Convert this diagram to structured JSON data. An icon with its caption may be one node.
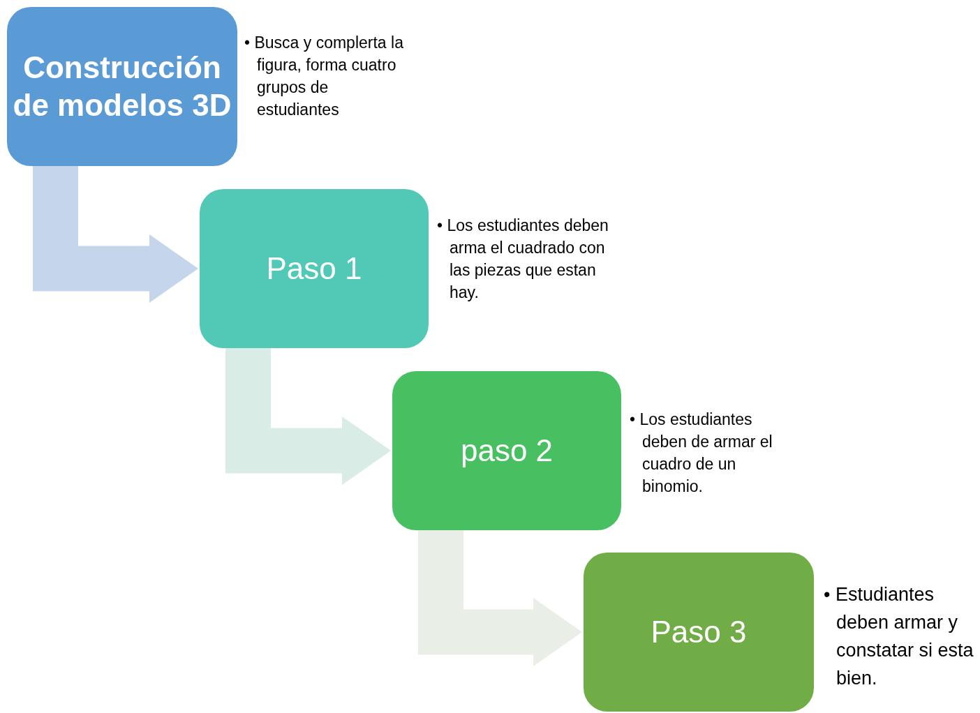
{
  "diagram": {
    "nodes": [
      {
        "text": [
          "Construcción de modelos 3D"
        ],
        "beside": [
          "• Busca y complerta la figura, forma cuatro grupos de estudiantes"
        ]
      },
      {
        "text": [
          "Paso 1"
        ],
        "beside": [
          "• Los estudiantes deben arma el cuadrado con las piezas que estan hay."
        ]
      },
      {
        "text": [
          "paso 2"
        ],
        "beside": [
          "• Los estudiantes deben de armar el cuadro de un binomio."
        ]
      },
      {
        "text": [
          "Paso 3"
        ],
        "beside": [
          "• Estudiantes deben armar y constatar si esta bien."
        ]
      }
    ],
    "edges": [
      {
        "from": 0,
        "to": 1,
        "arrow": "to",
        "color": "#c5d5eb"
      },
      {
        "from": 1,
        "to": 2,
        "arrow": "to",
        "color": "#d9ede6"
      },
      {
        "from": 2,
        "to": 3,
        "arrow": "to",
        "color": "#e9efe6"
      }
    ]
  }
}
